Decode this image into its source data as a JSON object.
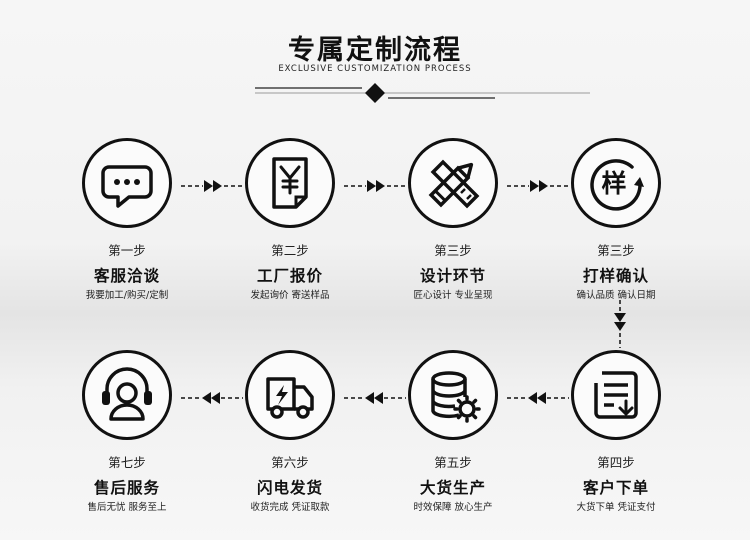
{
  "header": {
    "title": "专属定制流程",
    "subtitle": "EXCLUSIVE CUSTOMIZATION PROCESS"
  },
  "steps": [
    {
      "step": "第一步",
      "name": "客服洽谈",
      "desc": "我要加工/购买/定制",
      "icon": "chat-bubble-icon"
    },
    {
      "step": "第二步",
      "name": "工厂报价",
      "desc": "发起询价 寄送样品",
      "icon": "yen-receipt-icon"
    },
    {
      "step": "第三步",
      "name": "设计环节",
      "desc": "匠心设计 专业呈现",
      "icon": "pencil-ruler-icon"
    },
    {
      "step": "第三步",
      "name": "打样确认",
      "desc": "确认品质 确认日期",
      "icon": "sample-cycle-icon",
      "icon_text": "样"
    },
    {
      "step": "第四步",
      "name": "客户下单",
      "desc": "大货下单 凭证支付",
      "icon": "order-form-icon"
    },
    {
      "step": "第五步",
      "name": "大货生产",
      "desc": "时效保障 放心生产",
      "icon": "database-gear-icon"
    },
    {
      "step": "第六步",
      "name": "闪电发货",
      "desc": "收货完成 凭证取款",
      "icon": "delivery-truck-icon"
    },
    {
      "step": "第七步",
      "name": "售后服务",
      "desc": "售后无忧 服务至上",
      "icon": "headset-support-icon"
    }
  ]
}
